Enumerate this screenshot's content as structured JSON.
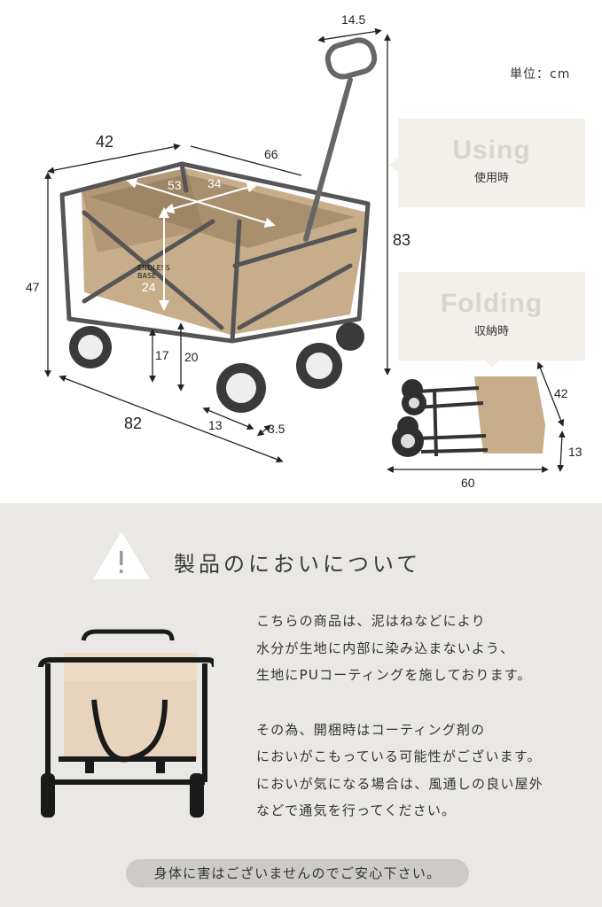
{
  "unit_label": "単位：cm",
  "states": {
    "using": {
      "en": "Using",
      "jp": "使用時"
    },
    "folding": {
      "en": "Folding",
      "jp": "収納時"
    }
  },
  "dimensions_using": {
    "handle_width": "14.5",
    "width": "42",
    "length": "66",
    "inner_diagonal_long": "53",
    "inner_diagonal_short": "34",
    "inner_depth": "24",
    "height_body": "47",
    "height_total": "83",
    "ground_clearance_low": "17",
    "ground_clearance_high": "20",
    "total_length": "82",
    "wheel_diameter": "13",
    "wheel_width": "3.5"
  },
  "dimensions_folding": {
    "depth": "42",
    "thickness": "13",
    "length": "60"
  },
  "notice": {
    "icon": "warning-triangle-icon",
    "title": "製品のにおいについて",
    "paragraph1": [
      "こちらの商品は、泥はねなどにより",
      "水分が生地に内部に染み込まないよう、",
      "生地にPUコーティングを施しております。"
    ],
    "paragraph2": [
      "その為、開梱時はコーティング剤の",
      "においがこもっている可能性がございます。",
      "においが気になる場合は、風通しの良い屋外",
      "などで通気を行ってください。"
    ],
    "reassurance": "身体に害はございませんのでご安心下さい。"
  },
  "colors": {
    "bottom_bg": "#eae8e5",
    "label_box_bg": "#f3efeb",
    "fabric": "#c7ad8a",
    "frame": "#555555",
    "pill_bg": "#cdcbc8"
  }
}
